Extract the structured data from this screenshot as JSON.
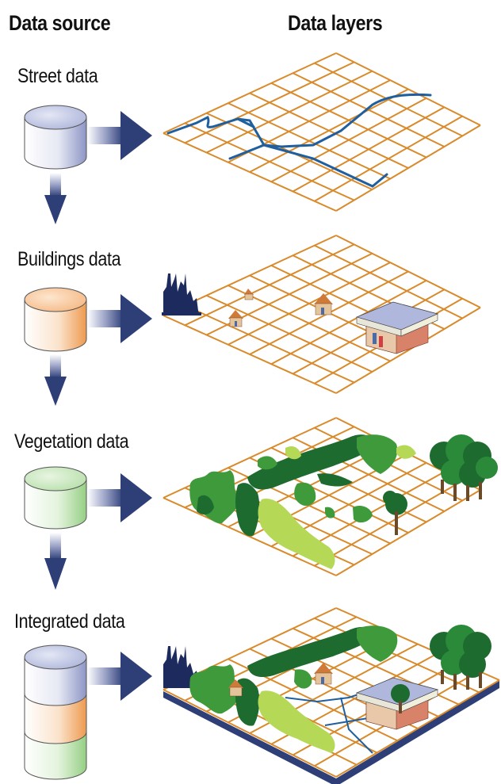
{
  "headers": {
    "source": "Data source",
    "layers": "Data layers"
  },
  "sources": [
    {
      "label": "Street data",
      "color": "#9aa3cf"
    },
    {
      "label": "Buildings data",
      "color": "#f0a866"
    },
    {
      "label": "Vegetation data",
      "color": "#a8d89a"
    },
    {
      "label": "Integrated data",
      "color": "#9aa3cf"
    }
  ],
  "colors": {
    "grid": "#d98a2b",
    "street": "#1f5f9e",
    "arrow": "#2e3f78",
    "base": "#2e3f78",
    "tree_dark": "#1d6b2e",
    "tree_mid": "#3f9a3c",
    "tree_light": "#b5d957"
  }
}
